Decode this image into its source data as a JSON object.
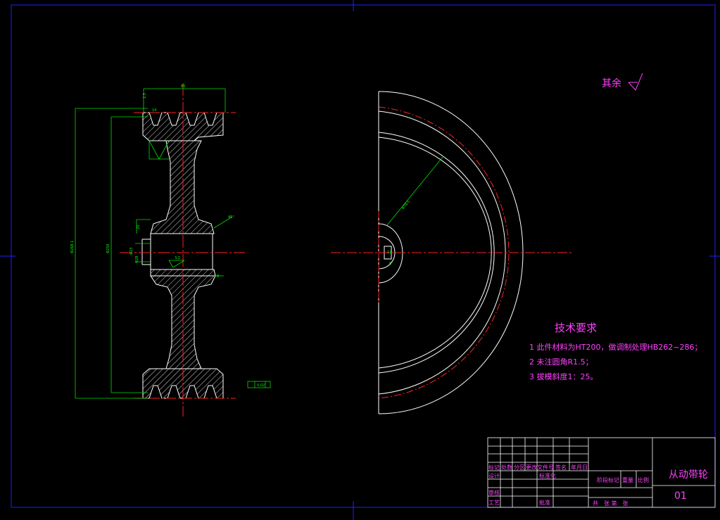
{
  "colors": {
    "background": "#000000",
    "frame": "#0000ff",
    "outline": "#ffffff",
    "dimension": "#00ff00",
    "centerline": "#ff0000",
    "text": "#ff40ff"
  },
  "surface_finish_note": "其余",
  "dimensions": {
    "top_width": "85",
    "groove_top": "2.5",
    "groove_depth": "14",
    "outer_diameter": "Φ268.1",
    "pitch_diameter": "Φ250",
    "bore_a": "Φ23",
    "bore_b": "Φ28",
    "keyway": "3.2",
    "chamfer": "45°",
    "hub_len": "20",
    "datum": "B",
    "radius_view": "Φ78.5",
    "center_a": "12",
    "center_b": "8"
  },
  "tolerance_frame": "0.02",
  "tech_requirements": {
    "title": "技术要求",
    "items": [
      "1 此件材料为HT200，做调制处理HB262~286；",
      "2 未注圆角R1.5；",
      "3 拔模斜度1：25。"
    ]
  },
  "title_block": {
    "part_name": "从动带轮",
    "drawing_no": "01",
    "row_labels": [
      "标记",
      "处数",
      "分区",
      "更改文件号",
      "签名",
      "年月日"
    ],
    "design": "设计",
    "standardization": "标准化",
    "review": "审核",
    "process": "工艺",
    "approve": "批准",
    "stage_mark": "阶段标记",
    "weight": "重量",
    "scale": "比例",
    "sheets": "共　张 第　张"
  }
}
